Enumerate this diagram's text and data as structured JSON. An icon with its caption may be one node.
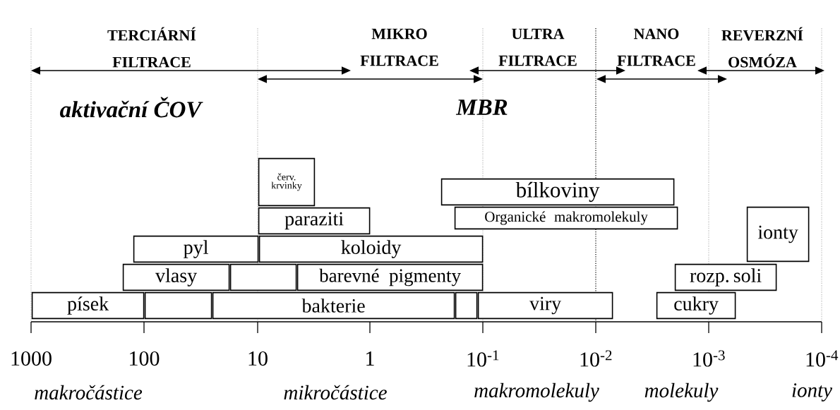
{
  "diagram": {
    "nodes": [
      {
        "text": [
          "červ. krvinky"
        ]
      },
      {
        "text": [
          "bílkoviny"
        ]
      },
      {
        "text": [
          "paraziti"
        ]
      },
      {
        "text": [
          "Organické makromolekuly"
        ]
      },
      {
        "text": [
          "ionty"
        ]
      },
      {
        "text": [
          "pyl"
        ]
      },
      {
        "text": [
          "koloidy"
        ]
      },
      {
        "text": [
          "vlasy"
        ]
      },
      {
        "text": [],
        "shape": "box"
      },
      {
        "text": [
          "barevné pigmenty"
        ]
      },
      {
        "text": [
          "rozp. soli"
        ]
      },
      {
        "text": [
          "písek"
        ]
      },
      {
        "text": [],
        "shape": "box"
      },
      {
        "text": [
          "bakterie"
        ]
      },
      {
        "text": [],
        "shape": "box"
      },
      {
        "text": [
          "viry"
        ]
      },
      {
        "text": [
          "cukry"
        ]
      }
    ],
    "labels": [
      "TERCIÁRNÍ FILTRACE",
      "MIKRO FILTRACE",
      "ULTRA FILTRACE",
      "NANO FILTRACE",
      "REVERZNÍ OSMÓZA",
      "aktivační ČOV",
      "MBR",
      "1000",
      "100",
      "10",
      "1",
      "10$^{-1}$",
      "10$^{-2}$",
      "10$^{-3}$",
      "10$^{-4}$",
      "makročástice",
      "mikročástice",
      "makromolekuly",
      "molekuly",
      "ionty"
    ]
  }
}
